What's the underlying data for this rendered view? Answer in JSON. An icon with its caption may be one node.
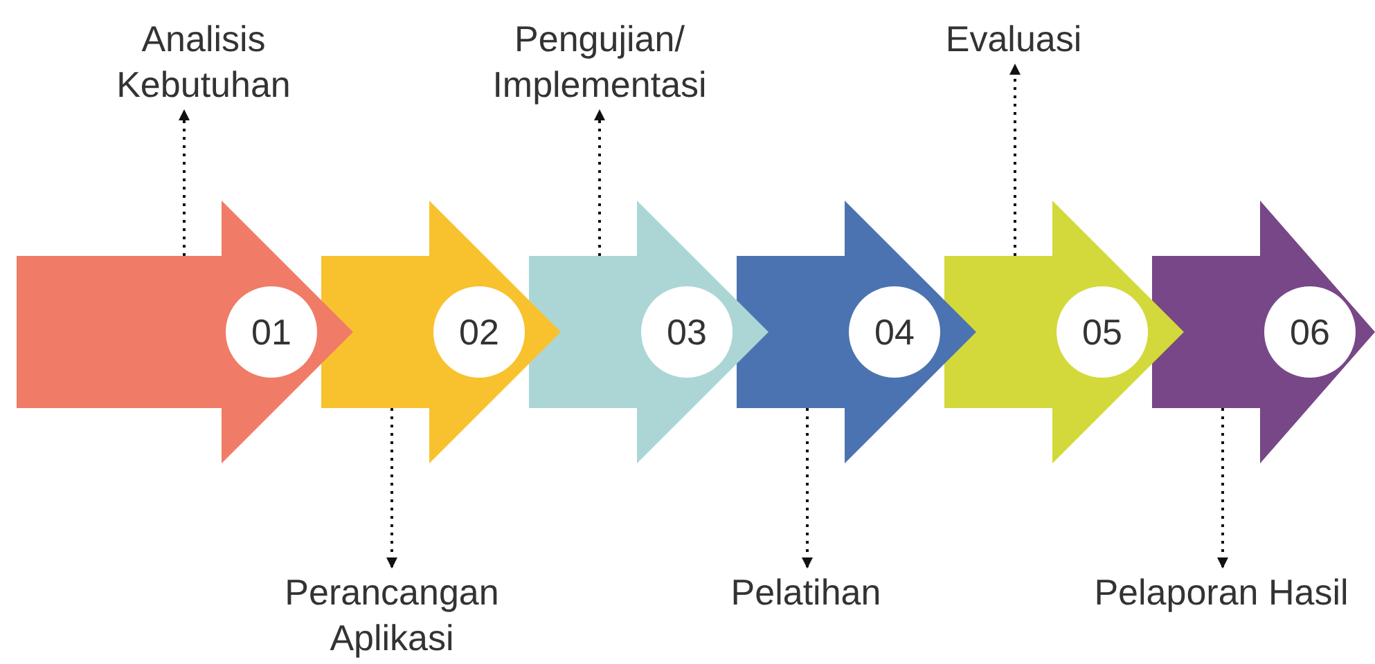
{
  "diagram": {
    "nodes": [
      {
        "text": [
          "01"
        ]
      },
      {
        "text": [
          "02"
        ]
      },
      {
        "text": [
          "03"
        ]
      },
      {
        "text": [
          "04"
        ]
      },
      {
        "text": [
          "05"
        ]
      },
      {
        "text": [
          "06"
        ]
      },
      {
        "text": [
          "Analisis Kebutuhan"
        ]
      },
      {
        "text": [
          "Perancangan Aplikasi"
        ]
      },
      {
        "text": [
          "Pengujian/ Implementasi"
        ]
      },
      {
        "text": [
          "Pelatihan"
        ]
      },
      {
        "text": [
          "Evaluasi"
        ]
      },
      {
        "text": [
          "Pelaporan Hasil"
        ]
      }
    ],
    "edges": [
      {
        "from": 0,
        "to": 6,
        "arrow": "to",
        "style": "dashed"
      },
      {
        "from": 1,
        "to": 7,
        "arrow": "to",
        "style": "dashed"
      },
      {
        "from": 2,
        "to": 8,
        "arrow": "to",
        "style": "dashed"
      },
      {
        "from": 3,
        "to": 9,
        "arrow": "to",
        "style": "dashed"
      },
      {
        "from": 4,
        "to": 10,
        "arrow": "to",
        "style": "dashed"
      },
      {
        "from": 5,
        "to": 11,
        "arrow": "to",
        "style": "dashed"
      }
    ]
  }
}
